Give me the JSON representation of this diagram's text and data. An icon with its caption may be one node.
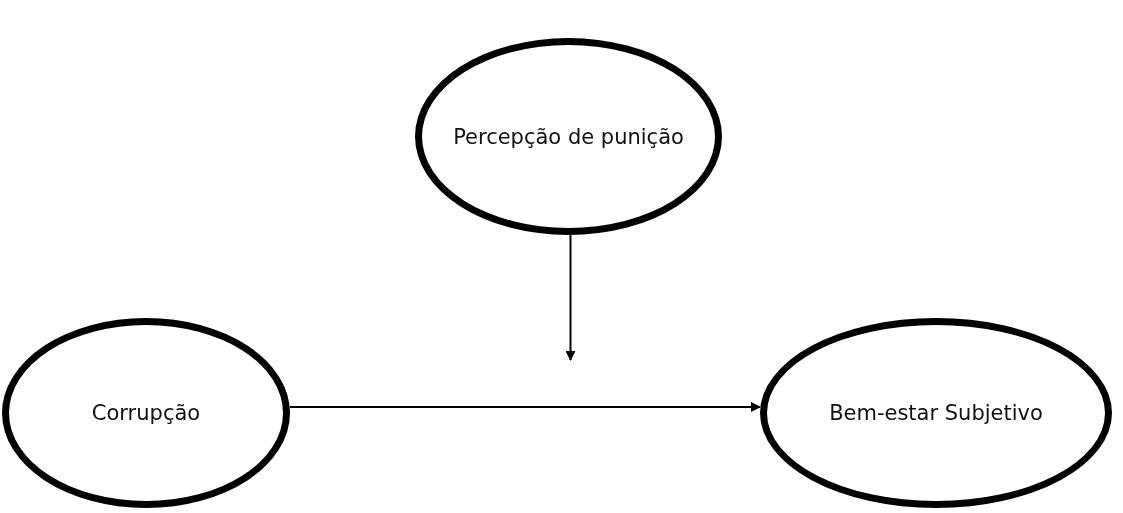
{
  "diagram": {
    "nodes": [
      {
        "text": [
          "Percepção de punição"
        ]
      },
      {
        "text": [
          "Corrupção"
        ]
      },
      {
        "text": [
          "Bem-estar Subjetivo"
        ]
      }
    ],
    "edges": [
      {
        "from": 1,
        "to": 2,
        "arrow": "to"
      },
      {
        "from": 0,
        "to": null,
        "arrow": "to"
      }
    ]
  }
}
